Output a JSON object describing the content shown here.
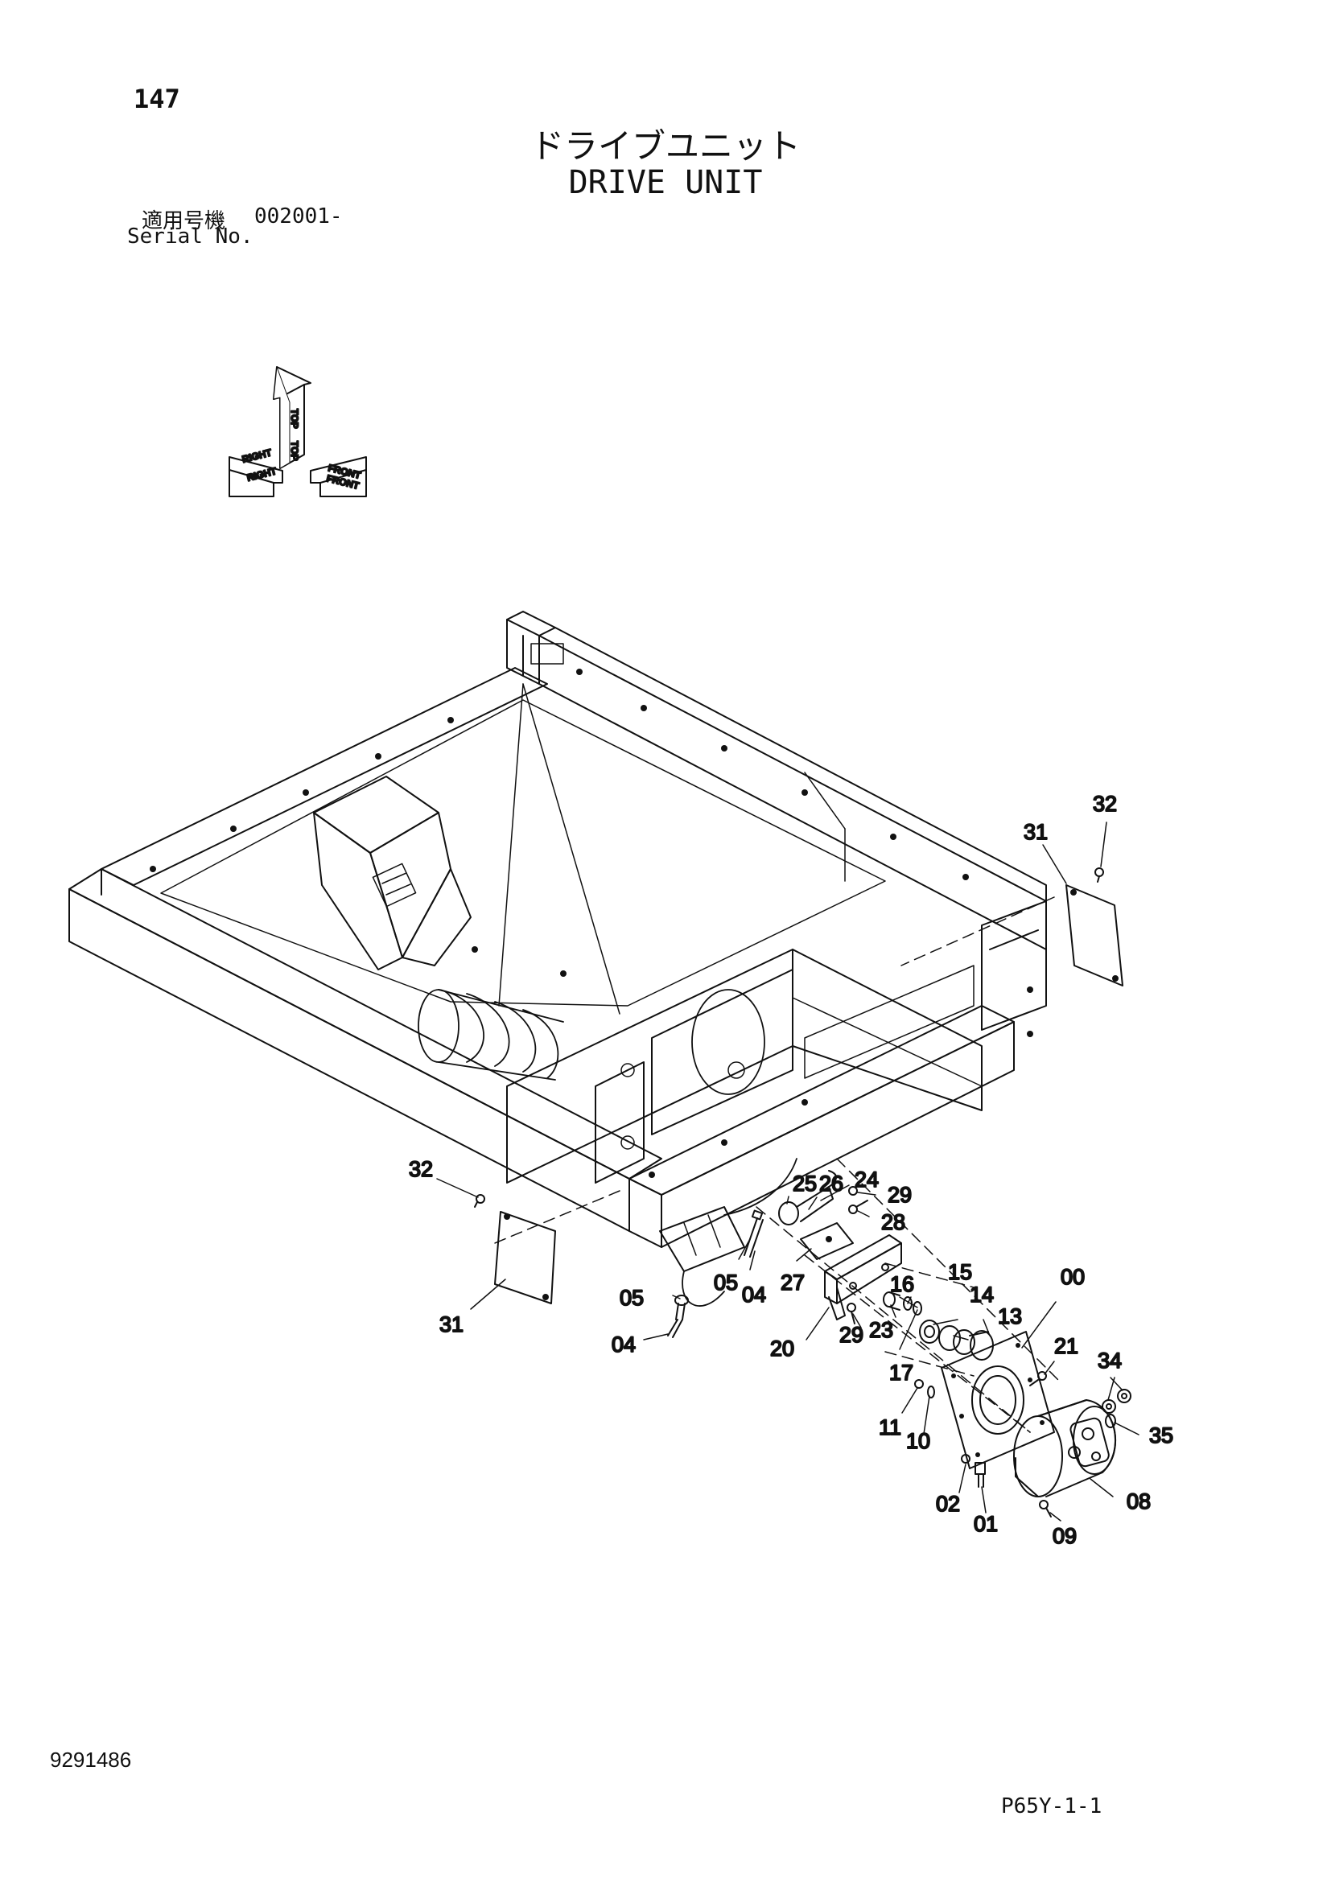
{
  "header": {
    "page_number": "147",
    "title_jp": "ドライブユニット",
    "title_en": "DRIVE UNIT",
    "serial_label_jp": "適用号機",
    "serial_value": "002001-",
    "serial_label_en": "Serial No."
  },
  "orientation": {
    "top_label": "TOP",
    "front_label": "FRONT",
    "right_label": "RIGHT"
  },
  "callouts": [
    "32",
    "31",
    "25",
    "26",
    "24",
    "29",
    "28",
    "27",
    "05",
    "04",
    "15",
    "16",
    "14",
    "00",
    "13",
    "21",
    "20",
    "23",
    "17",
    "34",
    "11",
    "10",
    "35",
    "02",
    "01",
    "08",
    "09"
  ],
  "footer": {
    "doc_number": "9291486",
    "page_ref": "P65Y-1-1"
  }
}
